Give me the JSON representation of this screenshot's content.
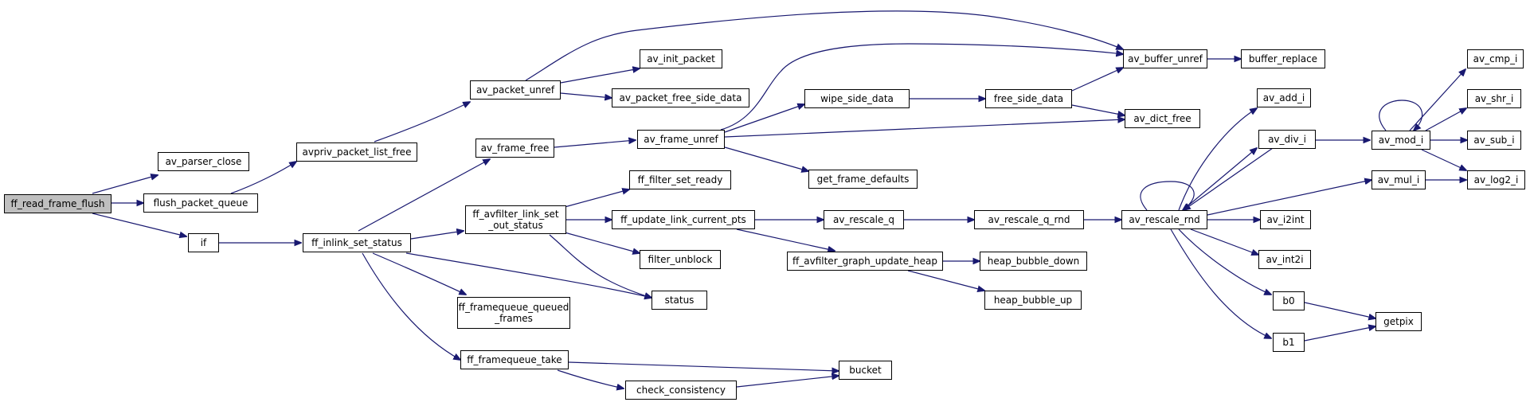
{
  "colors": {
    "edge": "#191970",
    "node_border": "#000000",
    "root_fill": "#bfbfbf",
    "node_fill": "#ffffff"
  },
  "nodes": {
    "ff_read_frame_flush": "ff_read_frame_flush",
    "av_parser_close": "av_parser_close",
    "flush_packet_queue": "flush_packet_queue",
    "if": "if",
    "avpriv_packet_list_free": "avpriv_packet_list_free",
    "ff_inlink_set_status": "ff_inlink_set_status",
    "av_packet_unref": "av_packet_unref",
    "av_frame_free": "av_frame_free",
    "ff_avfilter_link_set_out_status": "ff_avfilter_link_set\n_out_status",
    "ff_framequeue_queued_frames": "ff_framequeue_queued\n_frames",
    "ff_framequeue_take": "ff_framequeue_take",
    "av_init_packet": "av_init_packet",
    "av_packet_free_side_data": "av_packet_free_side_data",
    "av_frame_unref": "av_frame_unref",
    "ff_filter_set_ready": "ff_filter_set_ready",
    "ff_update_link_current_pts": "ff_update_link_current_pts",
    "filter_unblock": "filter_unblock",
    "status": "status",
    "check_consistency": "check_consistency",
    "wipe_side_data": "wipe_side_data",
    "get_frame_defaults": "get_frame_defaults",
    "av_rescale_q": "av_rescale_q",
    "ff_avfilter_graph_update_heap": "ff_avfilter_graph_update_heap",
    "bucket": "bucket",
    "free_side_data": "free_side_data",
    "av_rescale_q_rnd": "av_rescale_q_rnd",
    "heap_bubble_down": "heap_bubble_down",
    "heap_bubble_up": "heap_bubble_up",
    "av_buffer_unref": "av_buffer_unref",
    "av_dict_free": "av_dict_free",
    "av_rescale_rnd": "av_rescale_rnd",
    "buffer_replace": "buffer_replace",
    "av_add_i": "av_add_i",
    "av_div_i": "av_div_i",
    "av_i2int": "av_i2int",
    "av_int2i": "av_int2i",
    "b0": "b0",
    "b1": "b1",
    "av_mod_i": "av_mod_i",
    "av_mul_i": "av_mul_i",
    "getpix": "getpix",
    "av_cmp_i": "av_cmp_i",
    "av_shr_i": "av_shr_i",
    "av_sub_i": "av_sub_i",
    "av_log2_i": "av_log2_i"
  }
}
